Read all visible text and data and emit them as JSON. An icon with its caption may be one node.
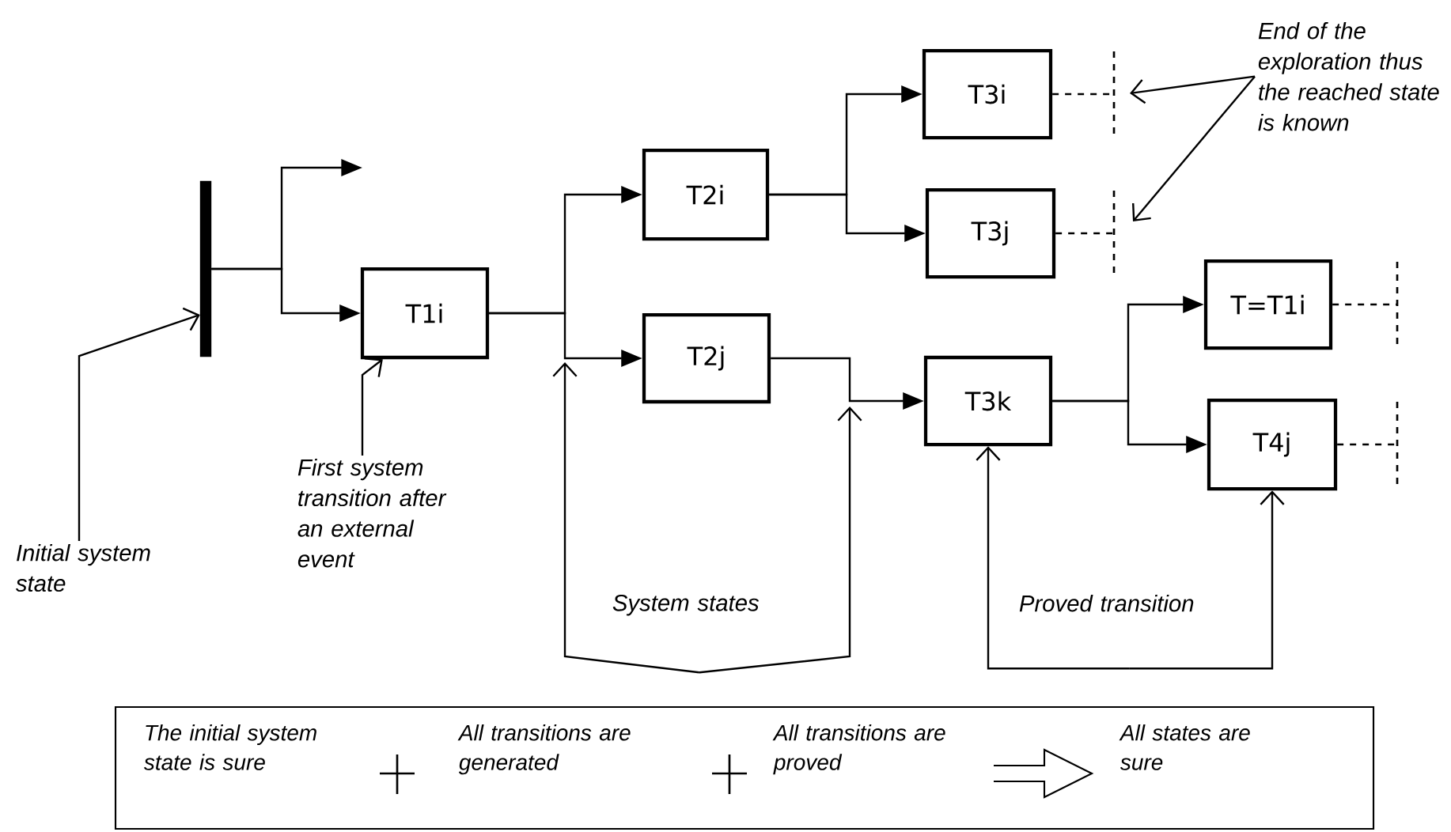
{
  "diagram": {
    "nodes": [
      {
        "text": [],
        "shape": "bar"
      },
      {
        "text": [
          "T1i"
        ]
      },
      {
        "text": [
          "T2i"
        ]
      },
      {
        "text": [
          "T2j"
        ]
      },
      {
        "text": [
          "T3i"
        ]
      },
      {
        "text": [
          "T3j"
        ]
      },
      {
        "text": [
          "T3k"
        ]
      },
      {
        "text": [
          "T=T1i"
        ]
      },
      {
        "text": [
          "T4j"
        ]
      },
      {
        "text": [
          "Initial system state"
        ]
      },
      {
        "text": [
          "First system transition after an external event"
        ]
      },
      {
        "text": [
          "End of the exploration thus the reached state is known"
        ]
      },
      {
        "text": [
          "System states"
        ]
      },
      {
        "text": [
          "Proved transition"
        ]
      },
      {
        "text": [
          "The initial system state is sure",
          "All transitions are generated",
          "All transitions are proved",
          "All states are sure"
        ]
      }
    ],
    "edges": [
      {
        "from": 0,
        "to": null,
        "arrow": "to"
      },
      {
        "from": 0,
        "to": 1,
        "arrow": "to"
      },
      {
        "from": 1,
        "to": 2,
        "arrow": "to"
      },
      {
        "from": 1,
        "to": 3,
        "arrow": "to"
      },
      {
        "from": 2,
        "to": 4,
        "arrow": "to"
      },
      {
        "from": 2,
        "to": 5,
        "arrow": "to"
      },
      {
        "from": 3,
        "to": 6,
        "arrow": "to"
      },
      {
        "from": 6,
        "to": 7,
        "arrow": "to"
      },
      {
        "from": 6,
        "to": 8,
        "arrow": "to"
      },
      {
        "from": 4,
        "to": null,
        "arrow": "none",
        "style": "dashed"
      },
      {
        "from": 5,
        "to": null,
        "arrow": "none",
        "style": "dashed"
      },
      {
        "from": 7,
        "to": null,
        "arrow": "none",
        "style": "dashed"
      },
      {
        "from": 8,
        "to": null,
        "arrow": "none",
        "style": "dashed"
      },
      {
        "from": 9,
        "to": 0,
        "arrow": "to"
      },
      {
        "from": 10,
        "to": 1,
        "arrow": "to"
      },
      {
        "from": 11,
        "to": null,
        "arrow": "to"
      },
      {
        "from": 11,
        "to": null,
        "arrow": "to"
      },
      {
        "from": 12,
        "to": null,
        "arrow": "to"
      },
      {
        "from": 12,
        "to": null,
        "arrow": "to"
      },
      {
        "from": 13,
        "to": 6,
        "arrow": "to"
      },
      {
        "from": 13,
        "to": 8,
        "arrow": "to"
      }
    ]
  }
}
